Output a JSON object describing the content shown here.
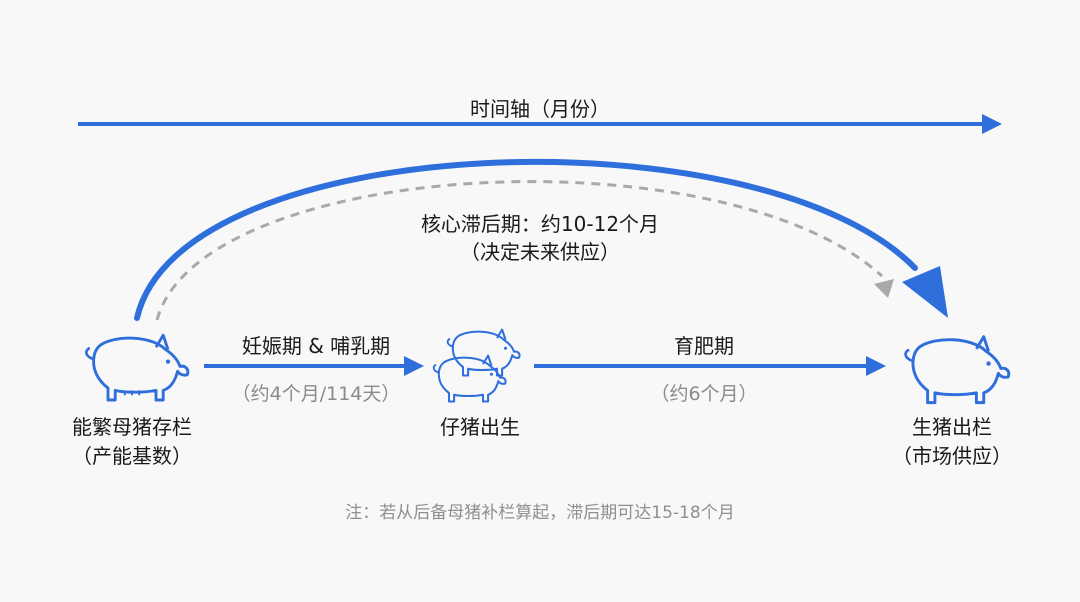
{
  "timeline": {
    "label": "时间轴（月份）"
  },
  "core_lag": {
    "line1": "核心滞后期：约10-12个月",
    "line2": "（决定未来供应）"
  },
  "stages": [
    {
      "line1": "能繁母猪存栏",
      "line2": "（产能基数）"
    },
    {
      "line1": "仔猪出生"
    },
    {
      "line1": "生猪出栏",
      "line2": "（市场供应）"
    }
  ],
  "phases": [
    {
      "name": "妊娠期 & 哺乳期",
      "duration": "（约4个月/114天）"
    },
    {
      "name": "育肥期",
      "duration": "（约6个月）"
    }
  ],
  "note": "注：若从后备母猪补栏算起，滞后期可达15-18个月",
  "colors": {
    "arrow": "#2f6fdc",
    "dashed": "#a9a9a9",
    "outline": "#2f6fdc"
  },
  "icons": [
    "sow-icon",
    "piglets-icon",
    "market-pig-icon"
  ]
}
